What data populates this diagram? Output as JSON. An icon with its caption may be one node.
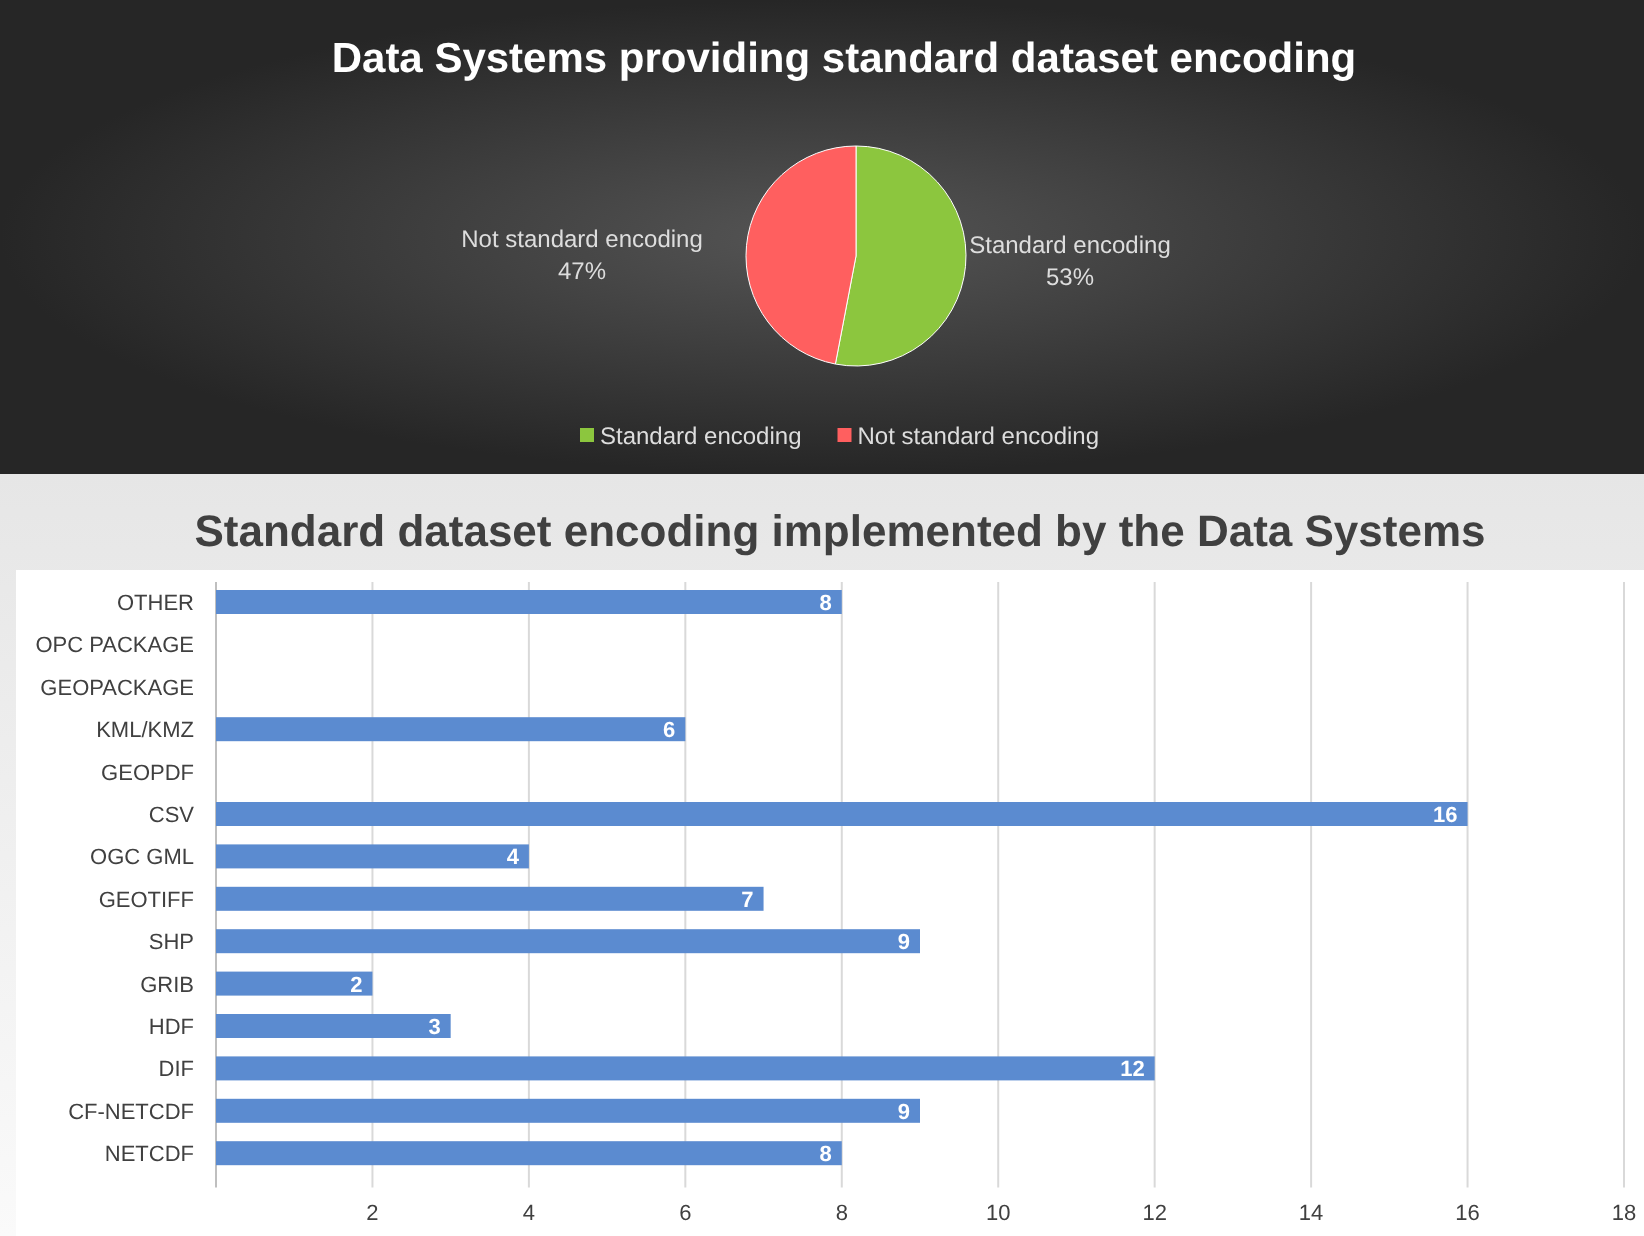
{
  "diagram": {
    "legend": [
      {
        "text": "Standard encoding",
        "color": "#8cc63e"
      },
      {
        "text": "Not standard encoding",
        "color": "#ff5f5f"
      }
    ],
    "chart_data": [
      {
        "type": "pie",
        "title": "Data Systems providing standard dataset encoding",
        "categories": [
          "Standard encoding",
          "Not standard encoding"
        ],
        "values": [
          53,
          47
        ],
        "value_labels": [
          "53%",
          "47%"
        ]
      },
      {
        "type": "bar",
        "title": "Standard dataset encoding implemented by the Data Systems",
        "orientation": "horizontal",
        "categories": [
          "OTHER",
          "OPC PACKAGE",
          "GEOPACKAGE",
          "KML/KMZ",
          "GEOPDF",
          "CSV",
          "OGC GML",
          "GEOTIFF",
          "SHP",
          "GRIB",
          "HDF",
          "DIF",
          "CF-NETCDF",
          "NETCDF"
        ],
        "series": [
          {
            "color": "#5b8bd0",
            "values": [
              8,
              null,
              null,
              6,
              null,
              16,
              4,
              7,
              9,
              2,
              3,
              12,
              9,
              8
            ]
          }
        ],
        "xlim": [
          0,
          18
        ],
        "grid": true,
        "xticks": [
          2,
          4,
          6,
          8,
          10,
          12,
          14,
          16,
          18
        ],
        "data_labels": true
      }
    ]
  }
}
